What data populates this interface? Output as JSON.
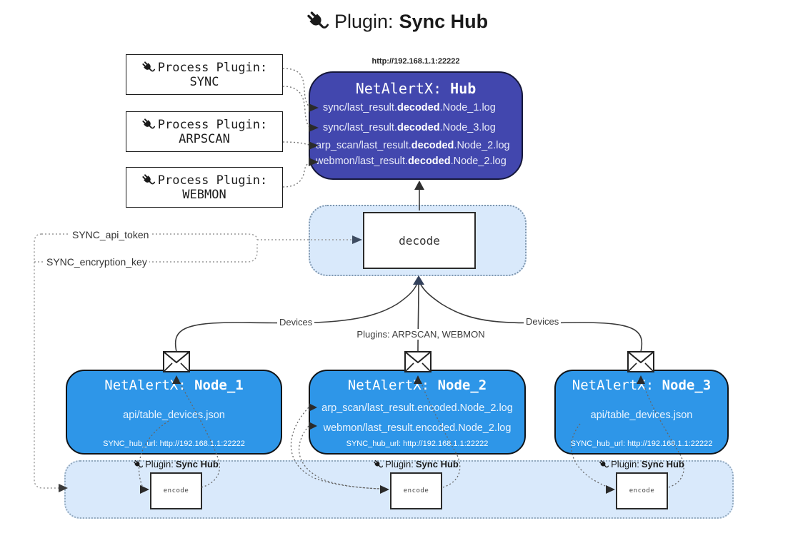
{
  "title": {
    "prefix": "Plugin: ",
    "name": "Sync Hub"
  },
  "hub": {
    "url": "http://192.168.1.1:22222",
    "title_prefix": "NetAlertX: ",
    "title_name": "Hub",
    "log_lines": [
      {
        "pre": "sync/last_result.",
        "bold": "decoded",
        "post": ".Node_1.log"
      },
      {
        "pre": "sync/last_result.",
        "bold": "decoded",
        "post": ".Node_3.log"
      },
      {
        "pre": "arp_scan/last_result.",
        "bold": "decoded",
        "post": ".Node_2.log"
      },
      {
        "pre": "webmon/last_result.",
        "bold": "decoded",
        "post": ".Node_2.log"
      }
    ]
  },
  "process_plugins": [
    {
      "label": "Process Plugin:",
      "name": "SYNC"
    },
    {
      "label": "Process Plugin:",
      "name": "ARPSCAN"
    },
    {
      "label": "Process Plugin:",
      "name": "WEBMON"
    }
  ],
  "decode": {
    "label": "decode"
  },
  "settings": {
    "api_token": "SYNC_api_token",
    "encryption_key": "SYNC_encryption_key"
  },
  "edge_labels": {
    "devices_left": "Devices",
    "plugins_center": "Plugins: ARPSCAN, WEBMON",
    "devices_right": "Devices"
  },
  "nodes": [
    {
      "title_prefix": "NetAlertX: ",
      "title_name": "Node_1",
      "lines": [
        "api/table_devices.json"
      ],
      "hub_url": "SYNC_hub_url: http://192.168.1.1:22222"
    },
    {
      "title_prefix": "NetAlertX: ",
      "title_name": "Node_2",
      "lines": [
        "arp_scan/last_result.encoded.Node_2.log",
        "webmon/last_result.encoded.Node_2.log"
      ],
      "hub_url": "SYNC_hub_url: http://192.168.1.1:22222"
    },
    {
      "title_prefix": "NetAlertX: ",
      "title_name": "Node_3",
      "lines": [
        "api/table_devices.json"
      ],
      "hub_url": "SYNC_hub_url: http://192.168.1.1:22222"
    }
  ],
  "encode_band": {
    "label_prefix": "Plugin: ",
    "label_name": "Sync Hub",
    "encode_label": "encode"
  },
  "colors": {
    "hub_fill": "#4247AE",
    "node_fill": "#2E96E8",
    "band_fill": "#D9E9FB",
    "connector_dark": "#3A3A3A",
    "text_dark": "#1A1A1A",
    "text_on_blue": "#FFFFFF"
  }
}
